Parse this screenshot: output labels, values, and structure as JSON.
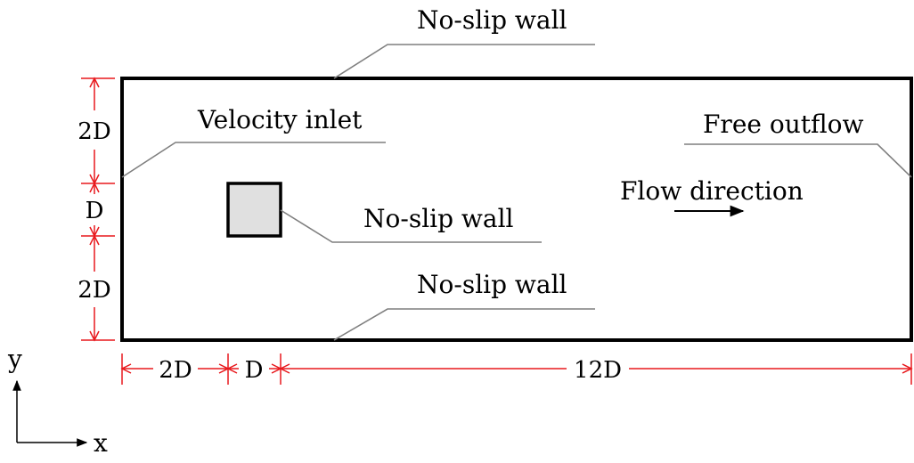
{
  "labels": {
    "top_wall": "No-slip wall",
    "velocity_inlet": "Velocity inlet",
    "free_outflow": "Free outflow",
    "flow_direction": "Flow direction",
    "cylinder_wall": "No-slip wall",
    "bottom_wall": "No-slip wall"
  },
  "dimensions": {
    "left_upper": "2D",
    "left_middle": "D",
    "left_lower": "2D",
    "bottom_first": "2D",
    "bottom_second": "D",
    "bottom_third": "12D"
  },
  "axes": {
    "y": "y",
    "x": "x"
  },
  "colors": {
    "dimension_lines": "#e8191d",
    "leader_lines": "#7f7f7f",
    "obstacle_fill": "#e0e0e0",
    "domain_border": "#000000"
  }
}
